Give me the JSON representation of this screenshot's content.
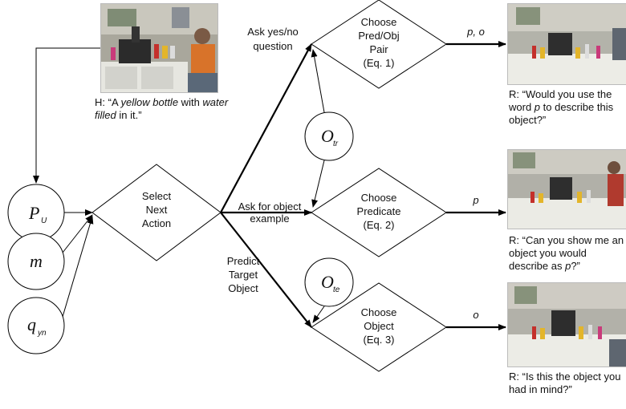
{
  "human_utterance": {
    "prefix": "H: “A ",
    "em1": "yellow bottle",
    "middle": " with ",
    "em2": "water filled",
    "suffix": " in it.”"
  },
  "nodes": {
    "pu": {
      "letter": "P",
      "sub": "U"
    },
    "m": {
      "letter": "m"
    },
    "qyn": {
      "letter": "q",
      "sub": "yn"
    },
    "otr": {
      "letter": "O",
      "sub": "tr"
    },
    "ote": {
      "letter": "O",
      "sub": "te"
    }
  },
  "select_action": {
    "lines": [
      "Select",
      "Next",
      "Action"
    ]
  },
  "branches": {
    "yes_no": {
      "lines": [
        "Ask yes/no",
        "question"
      ]
    },
    "object_example": {
      "lines": [
        "Ask for object",
        "example"
      ]
    },
    "predict": {
      "lines": [
        "Predict",
        "Target",
        "Object"
      ]
    }
  },
  "choices": {
    "pred_obj": {
      "lines": [
        "Choose",
        "Pred/Obj",
        "Pair",
        "(Eq. 1)"
      ]
    },
    "predicate": {
      "lines": [
        "Choose",
        "Predicate",
        "(Eq. 2)"
      ]
    },
    "object": {
      "lines": [
        "Choose",
        "Object",
        "(Eq. 3)"
      ]
    }
  },
  "outputs": {
    "pred_obj": "p, o",
    "predicate": "p",
    "object": "o"
  },
  "robot_questions": {
    "q1": {
      "pre": "R: “Would you use the word ",
      "em": "p",
      "post": " to describe this object?”"
    },
    "q2": {
      "pre": "R: “Can you show me an object you would describe as ",
      "em": "p",
      "post": "?”"
    },
    "q3": {
      "pre": "R: “Is this the object you had in mind?”",
      "em": "",
      "post": ""
    }
  },
  "icons": [
    "lab-photo-human",
    "lab-photo-robot-1",
    "lab-photo-robot-2",
    "lab-photo-robot-3"
  ]
}
